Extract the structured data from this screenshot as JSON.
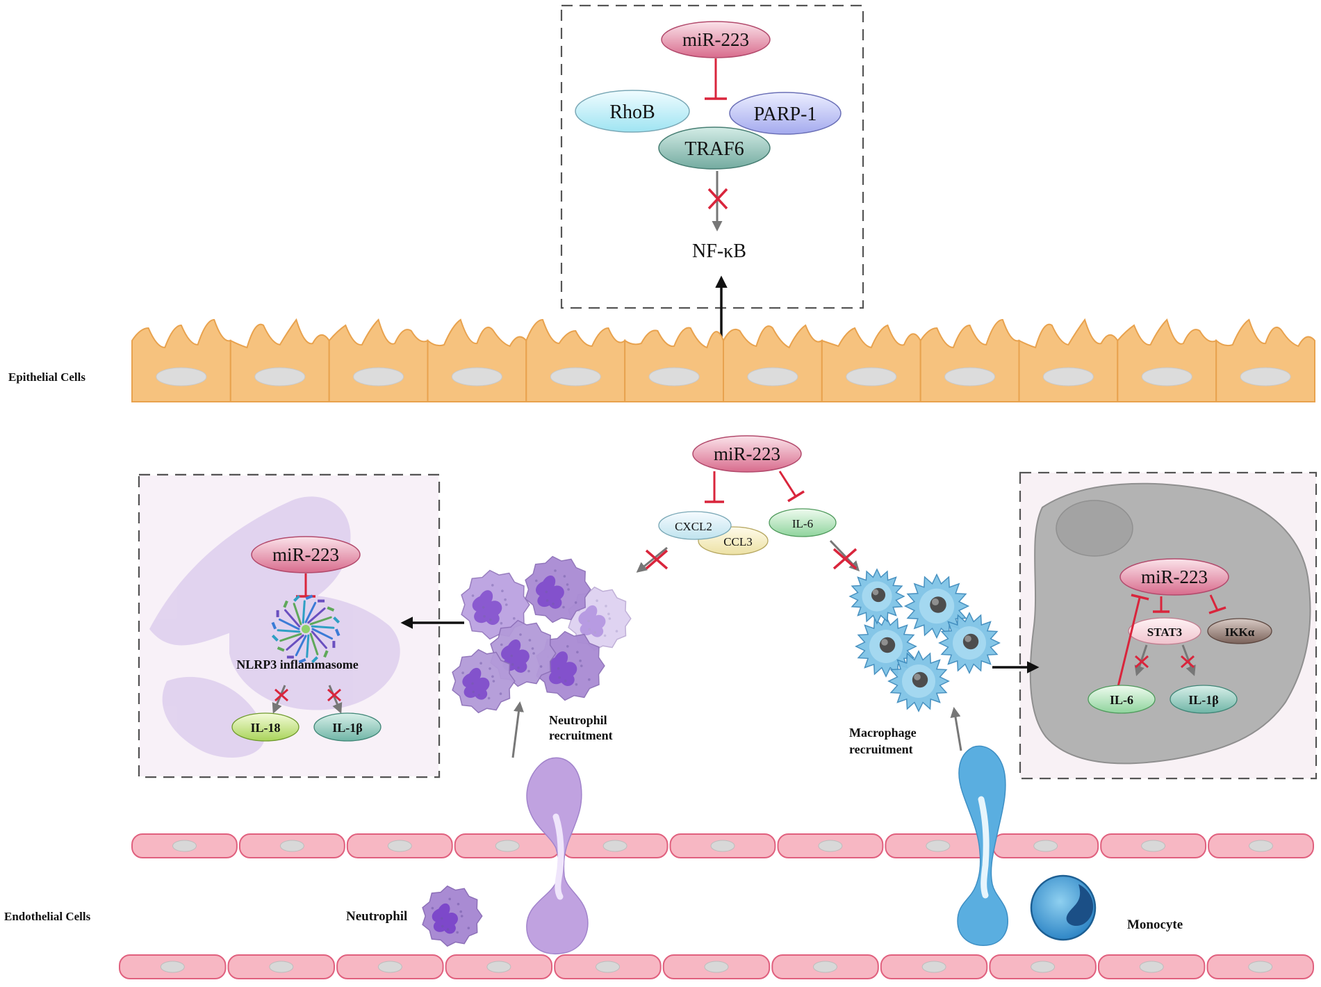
{
  "labels": {
    "epithelial_cells": "Epithelial Cells",
    "endothelial_cells": "Endothelial Cells",
    "neutrophil": "Neutrophil",
    "monocyte": "Monocyte",
    "neutrophil_recruitment_1": "Neutrophil",
    "neutrophil_recruitment_2": "recruitment",
    "macrophage_recruitment_1": "Macrophage",
    "macrophage_recruitment_2": "recruitment"
  },
  "top_box": {
    "mirna": "miR-223",
    "targets": [
      "RhoB",
      "PARP-1",
      "TRAF6"
    ],
    "output": "NF-κB"
  },
  "center": {
    "mirna": "miR-223",
    "chemokines": [
      "CXCL2",
      "CCL3"
    ],
    "cytokine": "IL-6"
  },
  "left_box": {
    "mirna": "miR-223",
    "complex": "NLRP3 inflammasome",
    "outputs": [
      "IL-18",
      "IL-1β"
    ]
  },
  "right_box": {
    "mirna": "miR-223",
    "targets": [
      "STAT3",
      "IKKα"
    ],
    "outputs": [
      "IL-6",
      "IL-1β"
    ]
  },
  "colors": {
    "epithelium": "#f6c27e",
    "epithelium_edge": "#e8a24e",
    "endothelium": "#f7b7c3",
    "endothelium_edge": "#e0607e",
    "inhibit": "#d9253c",
    "neutrophil": "#a98bd3",
    "macrophage": "#7fc3e6",
    "macrophage_cell": "#b7b7b7"
  }
}
